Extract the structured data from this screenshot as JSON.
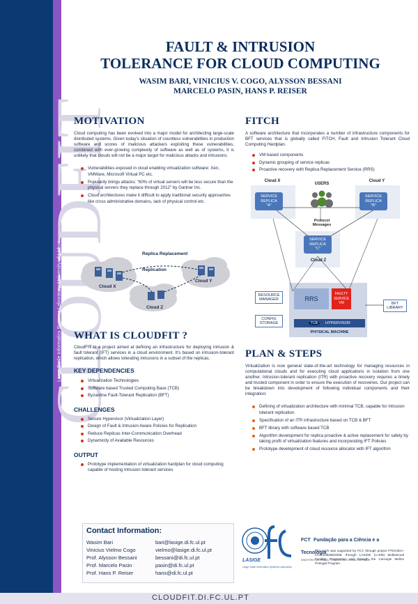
{
  "band": {
    "word": "CLOUDFIT",
    "subtitle": "Large Scale Informatics Systems Laboratory, University of Lisbon"
  },
  "header": {
    "title_line1": "FAULT & INTRUSION",
    "title_line2": "TOLERANCE FOR CLOUD COMPUTING",
    "authors_line1": "WASIM BARI, VINICIUS V. COGO, ALYSSON BESSANI",
    "authors_line2": "MARCELO PASIN, HANS P. REISER"
  },
  "motivation": {
    "heading": "MOTIVATION",
    "text": "Cloud computing has been evolved into a major model for architecting large-scale distributed systems. Given today's situation of countless vulnerabilities in production software and scores of malicious attackers exploiting these vulnerabilities, combined with ever-growing complexity of software as well as of systems, it is unlikely that clouds will not be a major target for malicious attacks and intrusions.",
    "bullets": [
      "Vulnerabilities exposed in cloud enabling virtualization software: Xen, VMWare, Microsoft Virtual PC etc.",
      "Popularity brings attacks: \"60% of virtual servers will be less secure than the physical servers they replace through 2012\" by Gartner Inc.",
      "Cloud architectures make it difficult to apply traditional security approaches like cross administrative domains, lack of physical control etc."
    ],
    "diagram": {
      "replica_replacement": "Replica Replacement",
      "replication": "Replication",
      "cloud_x": "Cloud X",
      "cloud_y": "Cloud Y",
      "cloud_z": "Cloud Z"
    }
  },
  "what": {
    "heading": "WHAT IS CLOUDFIT ?",
    "text": "CloudFIT is a project aimed at defining an infrastructure for deploying intrusion & fault tolerant (IFT) services in a cloud environment. It's based on intrusion-tolerant replication, which allows tolerating intrusions in a subset of the replicas.",
    "key_heading": "KEY DEPENDENCIES",
    "key_items": [
      "Virtualization Technologies",
      "Software based Trusted Computing Base (TCB)",
      "Byzantine Fault-Tolerant Replication (BFT)"
    ],
    "challenges_heading": "CHALLENGES",
    "challenges": [
      "Secure Hypervisor (Virtualization Layer)",
      "Design of Fault & Intrusion Aware Policies for Replication",
      "Reduce Replicas Inter-Communication Overhead",
      "Dynamicity of Available Resources"
    ],
    "output_heading": "OUTPUT",
    "output": [
      "Prototype implementation of virtualization hardplan for cloud computing capable of hosting Intrusion tolerant services"
    ]
  },
  "fitch": {
    "heading": "FITCH",
    "text": "A software architecture that incorporates a number of infrastructure components for BFT services that is globally called FITCH, Fault and Intrusion Tolerant Cloud Computing Hardplan.",
    "bullets": [
      "VM based components",
      "Dynamic grouping of service replicas",
      "Proactive recovery with Replica Replacement Service (RRS)"
    ],
    "diagram": {
      "cloud_x": "Cloud X",
      "cloud_y": "Cloud Y",
      "cloud_z": "Cloud Z",
      "users": "USERS",
      "replica_a_1": "SERVICE",
      "replica_a_2": "REPLICA",
      "replica_a_3": "\"A\"",
      "replica_b_3": "\"B\"",
      "replica_c_3": "\"C\"",
      "protocol_1": "Protocol",
      "protocol_2": "Messages",
      "resource_1": "RESOURCE",
      "resource_2": "MANAGER",
      "rrs": "RRS",
      "faulty_1": "FAULTY",
      "faulty_2": "SERVICE",
      "faulty_3": "VM",
      "config_1": "CONFIG",
      "config_2": "STORAGE",
      "tcb": "TCB",
      "hypervisor": "HYPERVISOR",
      "physical": "PHYSICAL MACHINE",
      "bft_1": "BFT",
      "bft_2": "LIBRARY"
    }
  },
  "plan": {
    "heading": "PLAN & STEPS",
    "text": "Virtualization is now general state-of-the-art technology for managing resources in computational clouds and for executing cloud applications in isolation from one another. Intrusion-tolerant replication (ITR) with proactive recovery requires a timely and trusted component in order to ensure the execution of recoveries. Our project can be breakdown into development of following individual components and their integration:",
    "steps": [
      "Defining of virtualization architecture with minimal TCB, capable for intrusion tolerant replication",
      "Specification of an ITR infrastructure based on TCB & BFT",
      "BFT  library with software based TCB",
      " Algorithm development for replica proactive & active replacement for safety by taking profit of  virtualization features and incorporating IFT Policies",
      "Prototype development of cloud resource allocator with IFT algorithm"
    ]
  },
  "contact": {
    "heading": "Contact Information:",
    "people": [
      {
        "name": "Wasim Bari",
        "email": "bari@lasige.di.fc.ul.pt"
      },
      {
        "name": "Vinicius Vielmo Cogo",
        "email": "vielmo@lasige.di.fc.ul.pt"
      },
      {
        "name": "Prof. Alysson Bessani",
        "email": "bessani@di.fc.ul.pt"
      },
      {
        "name": "Prof. Marcelo Pasin",
        "email": "pasin@di.fc.ul.pt"
      },
      {
        "name": "Prof. Hans  P. Reiser",
        "email": "hans@di.fc.ul.pt"
      }
    ]
  },
  "logos": {
    "lasige": "LASIGE",
    "lasige_sub": "Large Scale Informatics Systems Laboratory",
    "fct_abbr": "FCT",
    "fct_name": "Fundação para a Ciência e a Tecnologia",
    "fct_sub": "MINISTÉRIO DA CIÊNCIA, TECNOLOGIA E ENSINO SUPERIOR",
    "funding": "This work was supported by FCT, through project PTDC/EIA-CCO/108299/2008, through LASIGE (U.408) Multiannual Funding Programme and through the Carnegie Mellon Portugal Program."
  },
  "footer": {
    "url": "CLOUDFIT.DI.FC.UL.PT"
  },
  "colors": {
    "navy": "#0b3a73",
    "purple": "#8a55c4",
    "bullet_red": "#d6321e",
    "step_orange": "#e0661c"
  }
}
